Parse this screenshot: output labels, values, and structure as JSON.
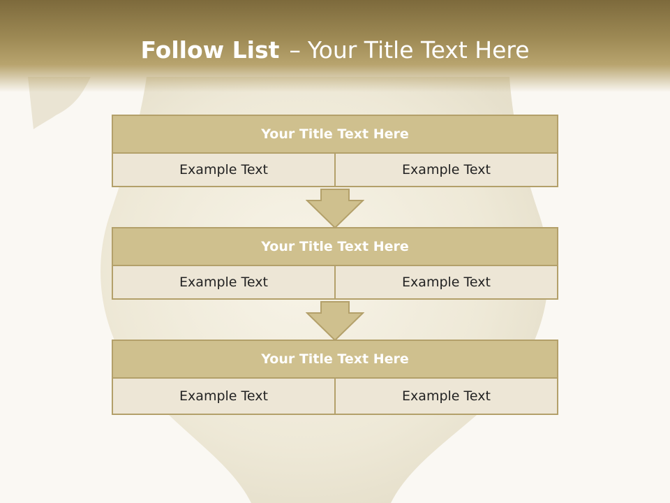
{
  "slide": {
    "title_bold": "Follow List",
    "title_separator": "–",
    "title_rest": "Your Title Text Here"
  },
  "steps": [
    {
      "title": "Your Title Text Here",
      "left": "Example Text",
      "right": "Example Text"
    },
    {
      "title": "Your Title Text Here",
      "left": "Example Text",
      "right": "Example Text"
    },
    {
      "title": "Your Title Text Here",
      "left": "Example Text",
      "right": "Example Text"
    }
  ],
  "colors": {
    "header_dark": "#7d6a3c",
    "box_title": "#cfc08e",
    "box_border": "#b3a06a",
    "box_cell": "#ede6d6",
    "arrow": "#cfc08e"
  },
  "icons": [
    "down-arrow-icon",
    "down-arrow-icon"
  ]
}
